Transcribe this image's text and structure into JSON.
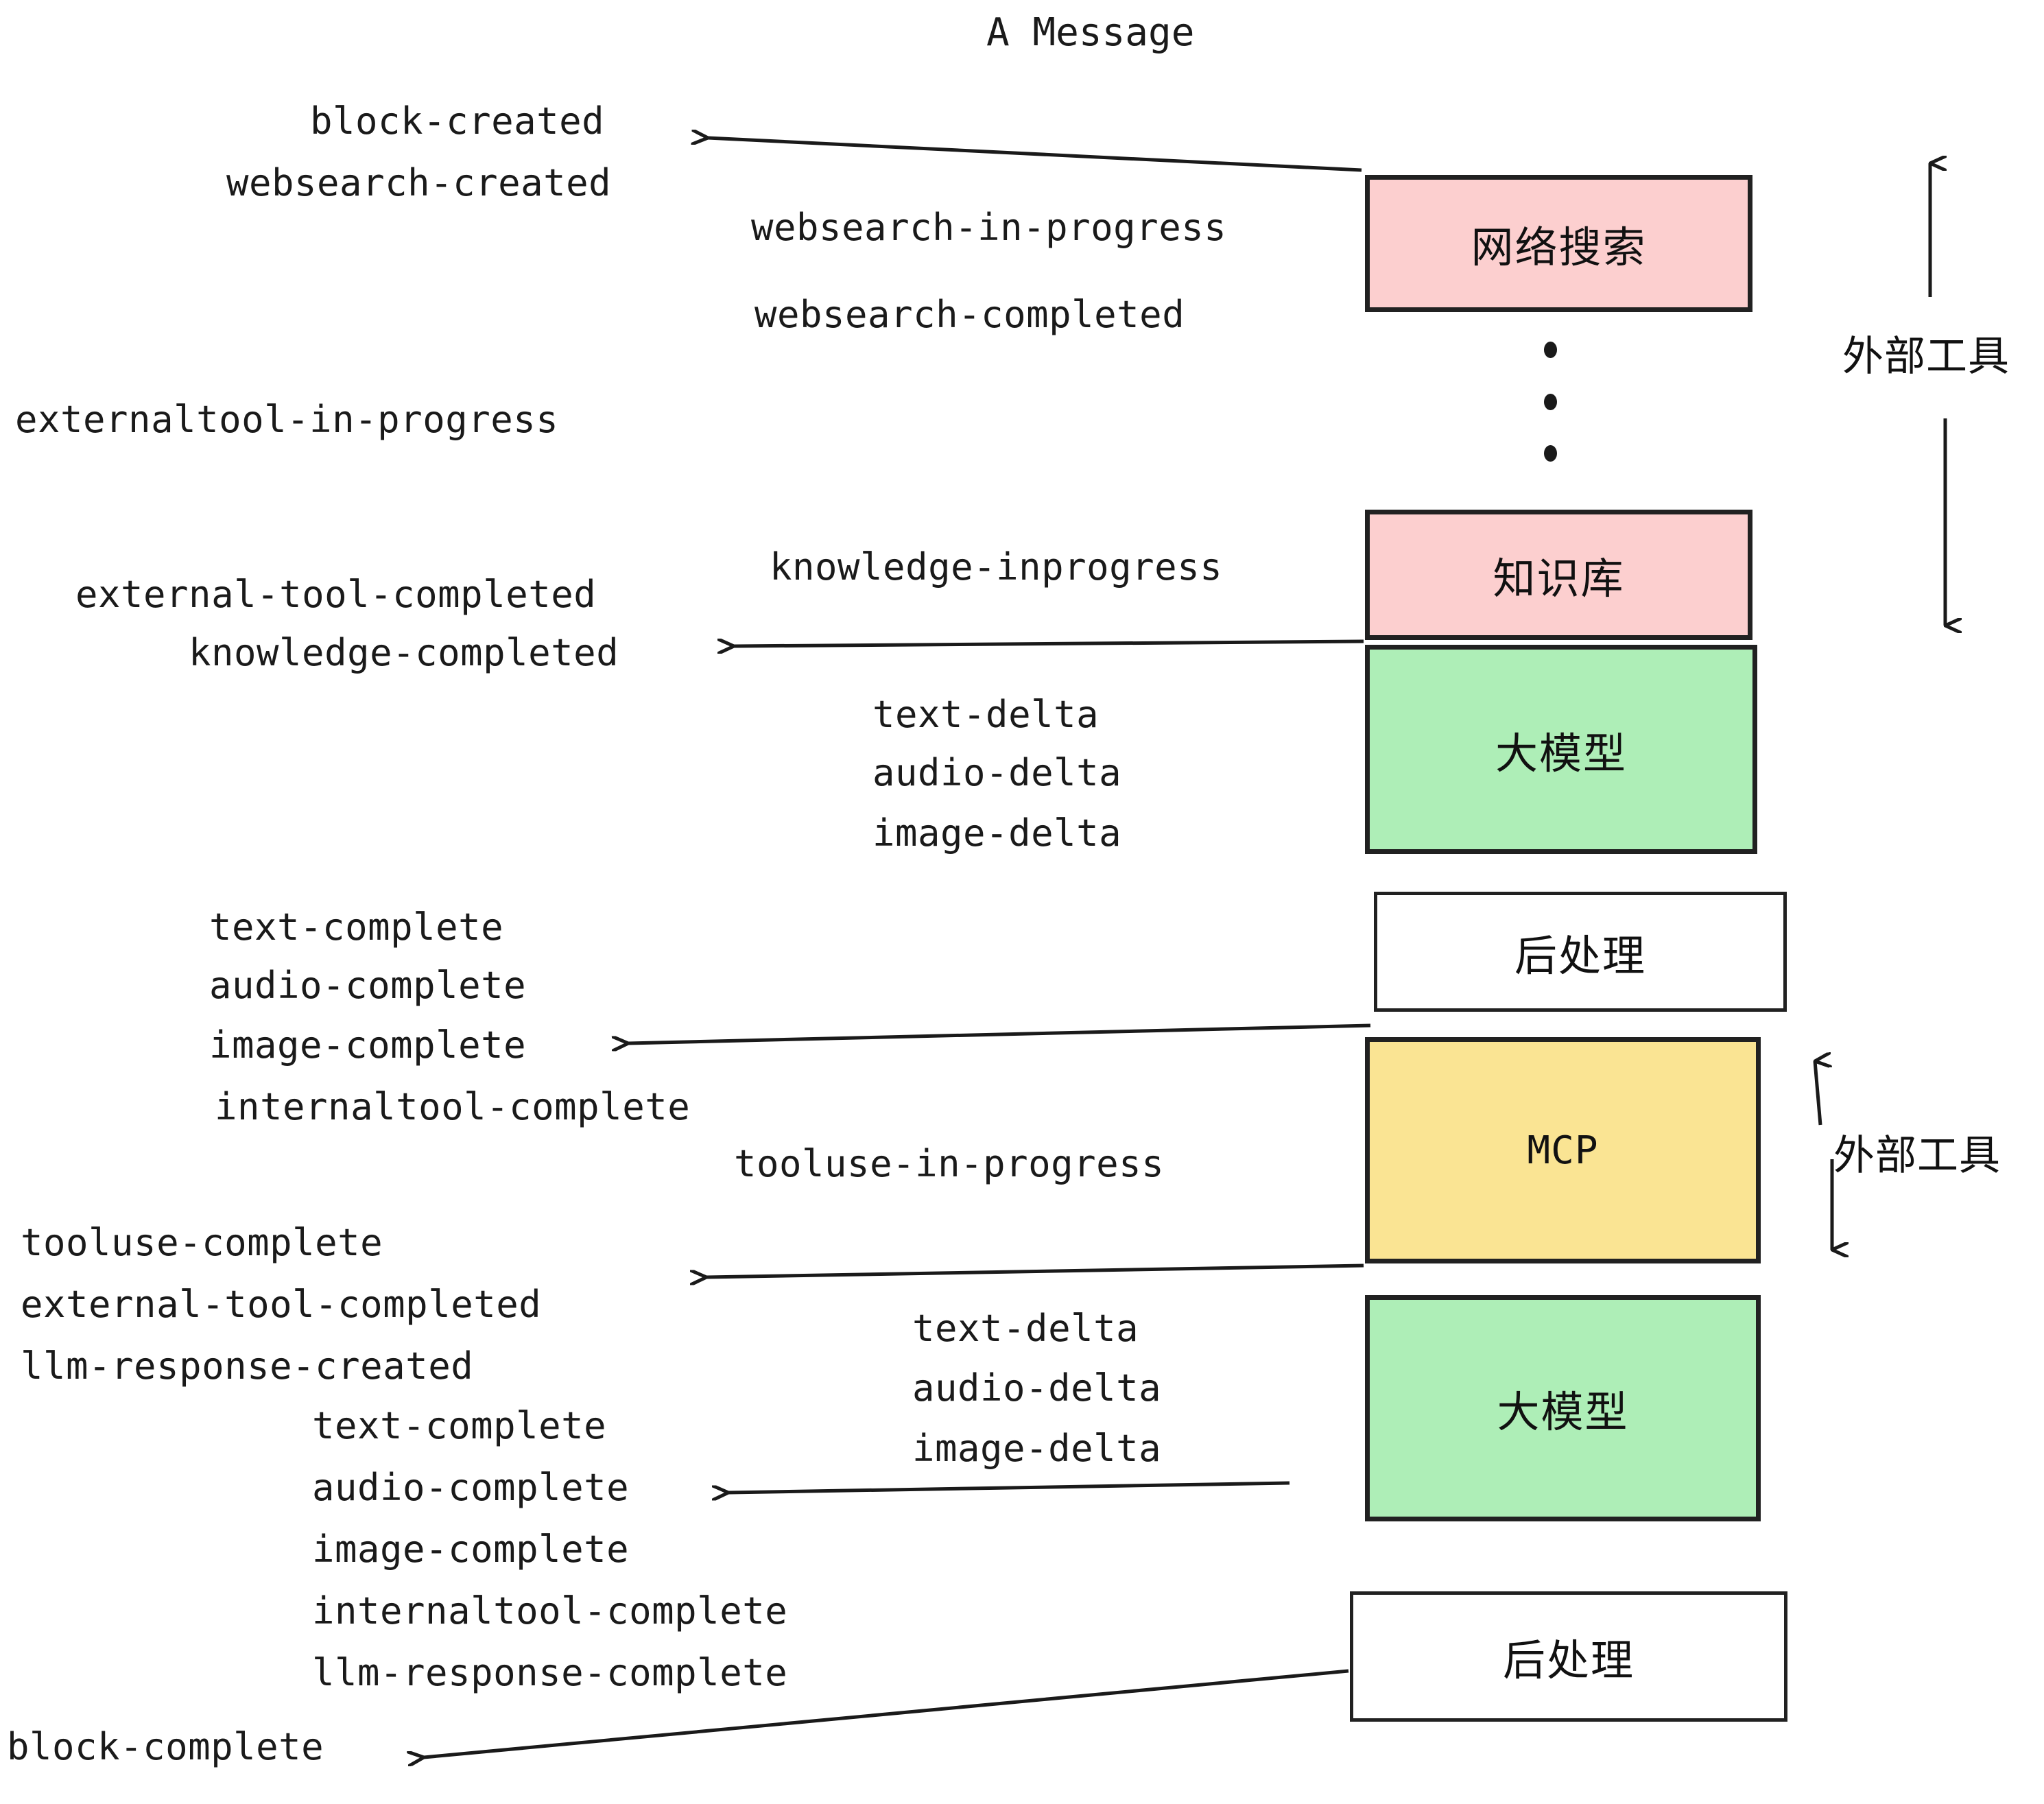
{
  "title": "A Message",
  "colors": {
    "pink": "#fccfcf",
    "green": "#aeeeb7",
    "yellow": "#fae493",
    "white": "#ffffff",
    "stroke": "#212121",
    "text": "#1a1a1a"
  },
  "nodes": [
    {
      "id": "websearch",
      "label": "网络搜索",
      "fill": "#fccfcf"
    },
    {
      "id": "knowledge",
      "label": "知识库",
      "fill": "#fccfcf"
    },
    {
      "id": "llm1",
      "label": "大模型",
      "fill": "#aeeeb7"
    },
    {
      "id": "post1",
      "label": "后处理",
      "fill": "#ffffff"
    },
    {
      "id": "mcp",
      "label": "MCP",
      "fill": "#fae493"
    },
    {
      "id": "llm2",
      "label": "大模型",
      "fill": "#aeeeb7"
    },
    {
      "id": "post2",
      "label": "后处理",
      "fill": "#ffffff"
    }
  ],
  "side_labels": [
    {
      "id": "external-tools-top",
      "label": "外部工具"
    },
    {
      "id": "external-tools-bottom",
      "label": "外部工具"
    }
  ],
  "events": [
    {
      "id": "block-created",
      "label": "block-created"
    },
    {
      "id": "websearch-created",
      "label": "websearch-created"
    },
    {
      "id": "websearch-in-progress",
      "label": "websearch-in-progress"
    },
    {
      "id": "websearch-completed",
      "label": "websearch-completed"
    },
    {
      "id": "externaltool-in-progress",
      "label": "externaltool-in-progress"
    },
    {
      "id": "knowledge-inprogress",
      "label": "knowledge-inprogress"
    },
    {
      "id": "external-tool-completed-1",
      "label": "external-tool-completed"
    },
    {
      "id": "knowledge-completed",
      "label": "knowledge-completed"
    },
    {
      "id": "text-delta-1",
      "label": "text-delta"
    },
    {
      "id": "audio-delta-1",
      "label": "audio-delta"
    },
    {
      "id": "image-delta-1",
      "label": "image-delta"
    },
    {
      "id": "text-complete-1",
      "label": "text-complete"
    },
    {
      "id": "audio-complete-1",
      "label": "audio-complete"
    },
    {
      "id": "image-complete-1",
      "label": "image-complete"
    },
    {
      "id": "internaltool-complete-1",
      "label": "internaltool-complete"
    },
    {
      "id": "tooluse-in-progress",
      "label": "tooluse-in-progress"
    },
    {
      "id": "tooluse-complete",
      "label": "tooluse-complete"
    },
    {
      "id": "external-tool-completed-2",
      "label": "external-tool-completed"
    },
    {
      "id": "llm-response-created",
      "label": "llm-response-created"
    },
    {
      "id": "text-delta-2",
      "label": "text-delta"
    },
    {
      "id": "audio-delta-2",
      "label": "audio-delta"
    },
    {
      "id": "image-delta-2",
      "label": "image-delta"
    },
    {
      "id": "text-complete-2",
      "label": "text-complete"
    },
    {
      "id": "audio-complete-2",
      "label": "audio-complete"
    },
    {
      "id": "image-complete-2",
      "label": "image-complete"
    },
    {
      "id": "internaltool-complete-2",
      "label": "internaltool-complete"
    },
    {
      "id": "llm-response-complete",
      "label": "llm-response-complete"
    },
    {
      "id": "block-complete",
      "label": "block-complete"
    }
  ]
}
